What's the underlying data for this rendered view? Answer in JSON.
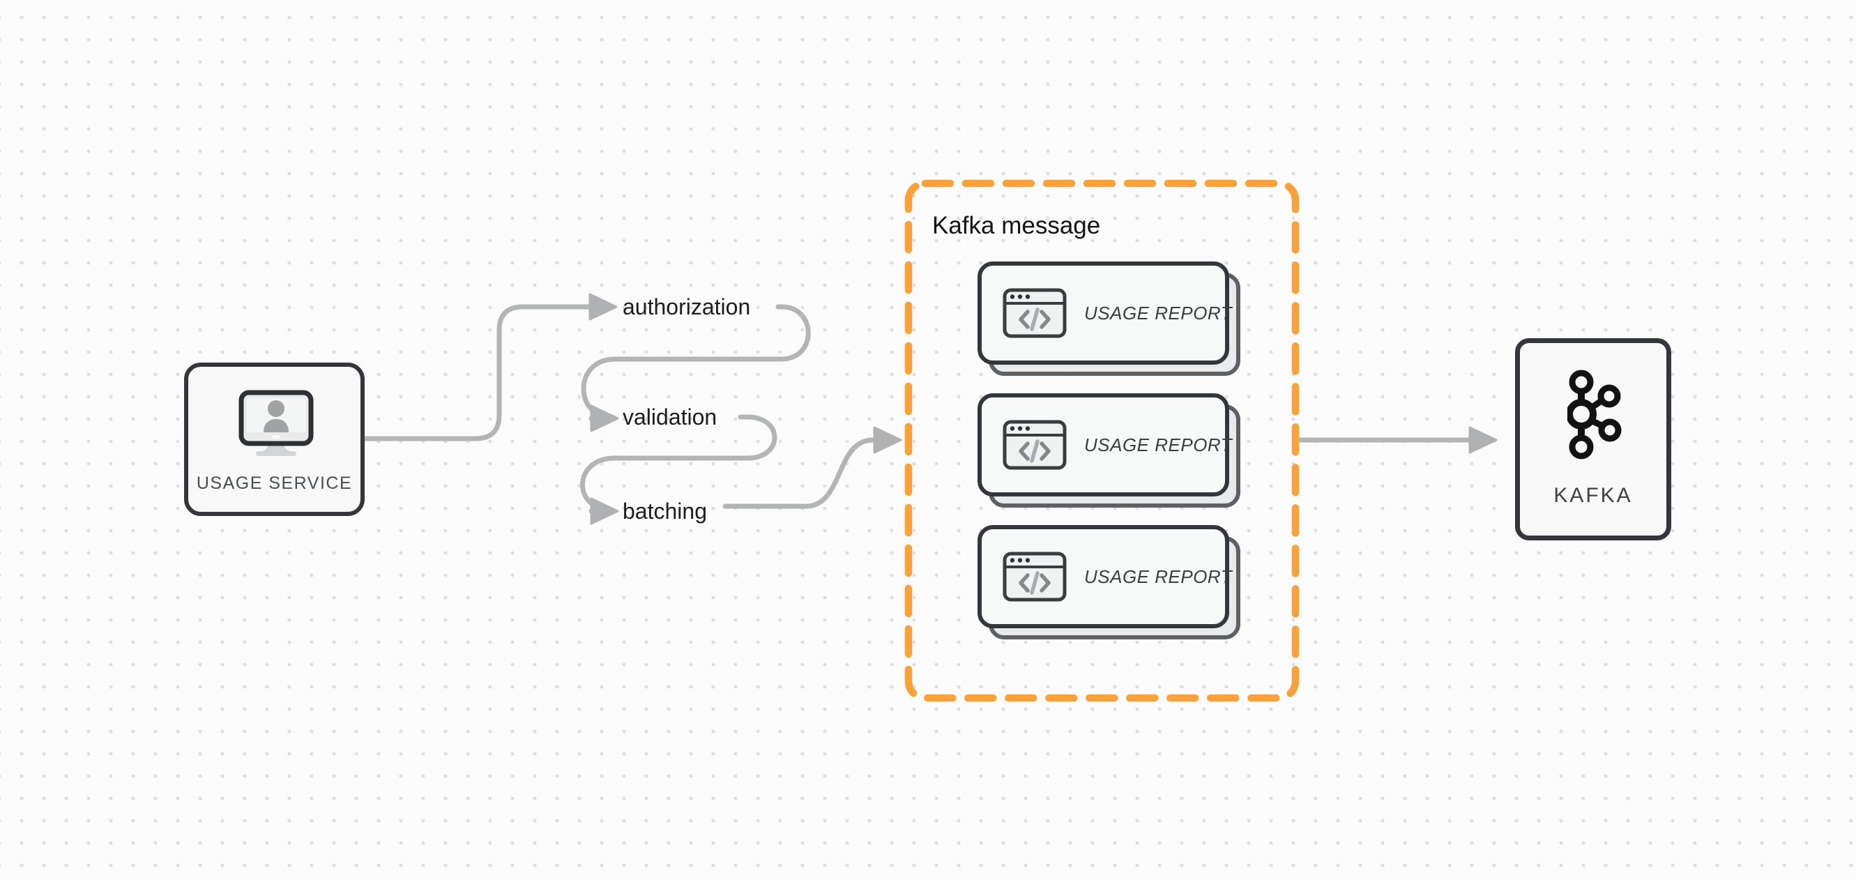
{
  "diagram": {
    "source_node": {
      "label": "USAGE SERVICE",
      "icon": "monitor-user-icon"
    },
    "pipeline_steps": [
      {
        "label": "authorization"
      },
      {
        "label": "validation"
      },
      {
        "label": "batching"
      }
    ],
    "kafka_message_group": {
      "title": "Kafka message",
      "cards": [
        {
          "label": "USAGE REPORT",
          "icon": "code-window-icon"
        },
        {
          "label": "USAGE REPORT",
          "icon": "code-window-icon"
        },
        {
          "label": "USAGE REPORT",
          "icon": "code-window-icon"
        }
      ]
    },
    "sink_node": {
      "label": "KAFKA",
      "icon": "kafka-logo-icon"
    },
    "colors": {
      "group_border_orange": "#F9A23B",
      "connector_gray": "#B3B4B4",
      "node_border_dark": "#33363A",
      "node_fill": "#F7F8F7",
      "background": "#FBFBFB"
    }
  }
}
